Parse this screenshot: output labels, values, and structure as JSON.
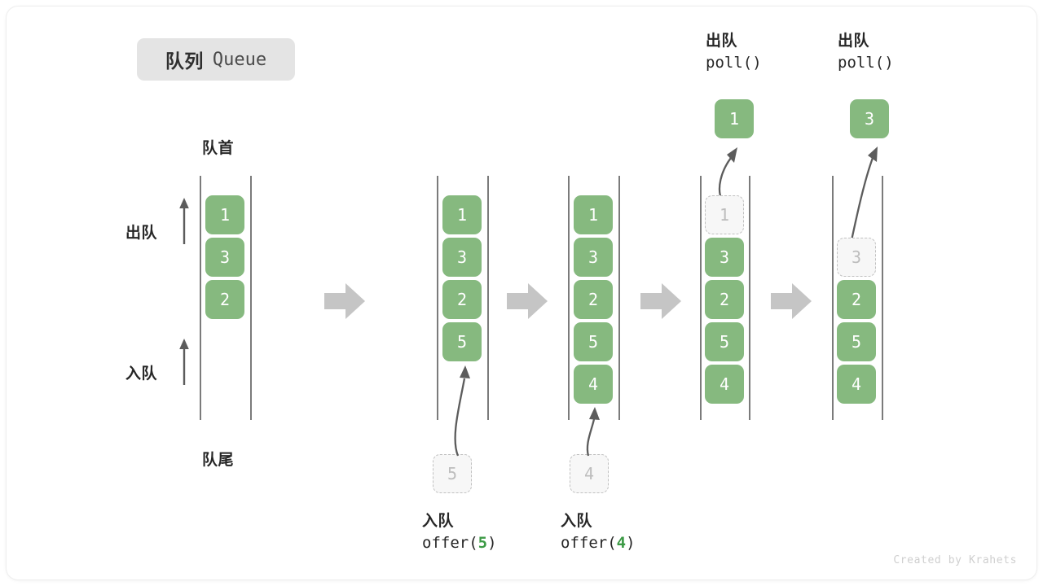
{
  "title": {
    "cn": "队列",
    "en": "Queue"
  },
  "labels": {
    "front": "队首",
    "rear": "队尾",
    "dequeue": "出队",
    "enqueue": "入队"
  },
  "colors": {
    "cell_fill": "#86b97f",
    "cell_text": "#ffffff",
    "ghost_fill": "#f7f7f7",
    "ghost_border": "#c0c0c0",
    "ghost_text": "#bdbdbd",
    "rail": "#7b7b7b",
    "arrow_gray": "#c5c5c5",
    "curve_arrow": "#5c5c5c",
    "badge_bg": "#e4e4e4",
    "accent_green": "#3c9a45",
    "credit_text": "#cfcfcf"
  },
  "stages": [
    {
      "id": "initial",
      "cells": [
        "1",
        "3",
        "2"
      ],
      "ghost_index": null,
      "result": null,
      "caption": null
    },
    {
      "id": "offer-5",
      "cells": [
        "1",
        "3",
        "2",
        "5"
      ],
      "ghost_index": null,
      "input_ghost": "5",
      "result": null,
      "caption": {
        "cn": "入队",
        "fn": "offer",
        "arg": "5",
        "open": "(",
        "close": ")"
      }
    },
    {
      "id": "offer-4",
      "cells": [
        "1",
        "3",
        "2",
        "5",
        "4"
      ],
      "ghost_index": null,
      "input_ghost": "4",
      "result": null,
      "caption": {
        "cn": "入队",
        "fn": "offer",
        "arg": "4",
        "open": "(",
        "close": ")"
      }
    },
    {
      "id": "poll-1",
      "cells": [
        "1",
        "3",
        "2",
        "5",
        "4"
      ],
      "ghost_index": 0,
      "result": "1",
      "caption": {
        "cn": "出队",
        "fn": "poll",
        "arg": "",
        "open": "(",
        "close": ")"
      }
    },
    {
      "id": "poll-3",
      "cells": [
        "",
        "3",
        "2",
        "5",
        "4"
      ],
      "ghost_index": 1,
      "result": "3",
      "caption": {
        "cn": "出队",
        "fn": "poll",
        "arg": "",
        "open": "(",
        "close": ")"
      }
    }
  ],
  "credit": "Created by Krahets"
}
